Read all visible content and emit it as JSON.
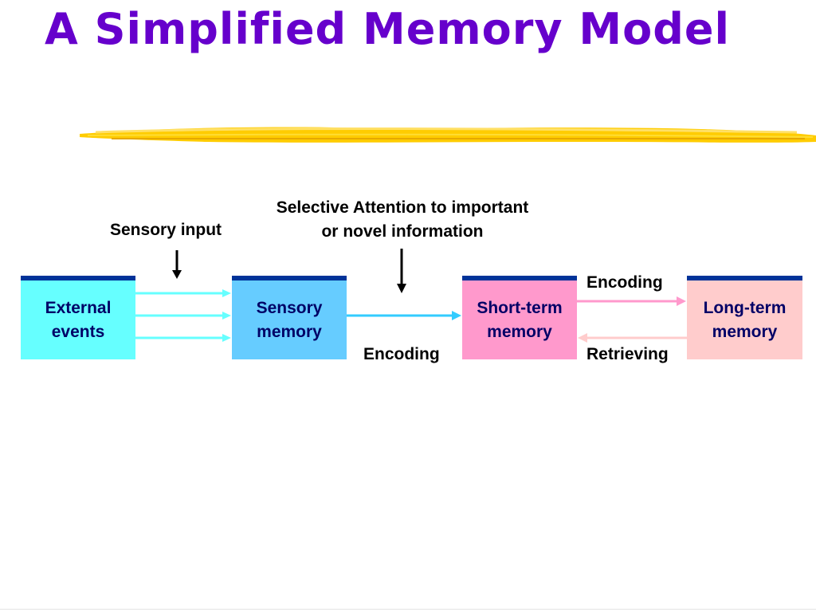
{
  "slide": {
    "title": "A Simplified Memory Model"
  },
  "boxes": {
    "external": "External\nevents",
    "sensory": "Sensory\nmemory",
    "short_term": "Short-term\nmemory",
    "long_term": "Long-term\nmemory"
  },
  "labels": {
    "sensory_input": "Sensory input",
    "selective_attention": "Selective Attention to important\nor novel information",
    "encoding_to_short": "Encoding",
    "encoding_to_long": "Encoding",
    "retrieving": "Retrieving"
  },
  "colors": {
    "title": "#6600cc",
    "box_border": "#003399",
    "external_fill": "#66ffff",
    "sensory_fill": "#66ccff",
    "short_term_fill": "#ff99cc",
    "long_term_fill": "#ffcccc",
    "arrow_cyan": "#66ffff",
    "arrow_blue": "#33ccff",
    "arrow_pink": "#ff99cc",
    "arrow_light_pink": "#ffcccc",
    "brush_yellow": "#ffcc00"
  }
}
